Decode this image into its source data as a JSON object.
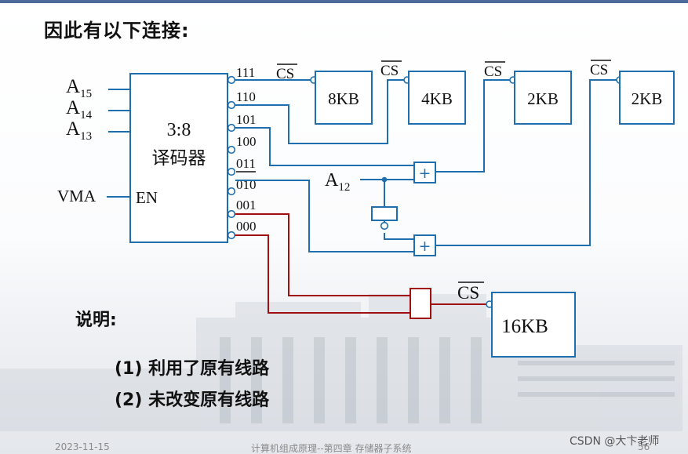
{
  "slide": {
    "title": "因此有以下连接:",
    "note_heading": "说明:",
    "notes": [
      "(1)  利用了原有线路",
      "(2)  未改变原有线路"
    ]
  },
  "decoder": {
    "label_ratio": "3:8",
    "label_name": "译码器",
    "en_label": "EN",
    "inputs": [
      {
        "base": "A",
        "sub": "15"
      },
      {
        "base": "A",
        "sub": "14"
      },
      {
        "base": "A",
        "sub": "13"
      }
    ],
    "vma_label": "VMA",
    "outputs": [
      "111",
      "110",
      "101",
      "100",
      "011",
      "010",
      "001",
      "000"
    ]
  },
  "signals": {
    "a12": {
      "base": "A",
      "sub": "12"
    },
    "cs_label": "CS",
    "or_symbol": "+"
  },
  "memory": {
    "chip_8kb": "8KB",
    "chip_4kb": "4KB",
    "chip_2kb_a": "2KB",
    "chip_2kb_b": "2KB",
    "chip_16kb": "16KB"
  },
  "colors": {
    "wire_blue": "#1f6fae",
    "wire_red": "#a01010",
    "top_bar": "#4d6a9c"
  },
  "footer": {
    "date": "2023-11-15",
    "course": "计算机组成原理--第四章 存储器子系统",
    "page": "56",
    "watermark": "CSDN @大卞老师"
  }
}
